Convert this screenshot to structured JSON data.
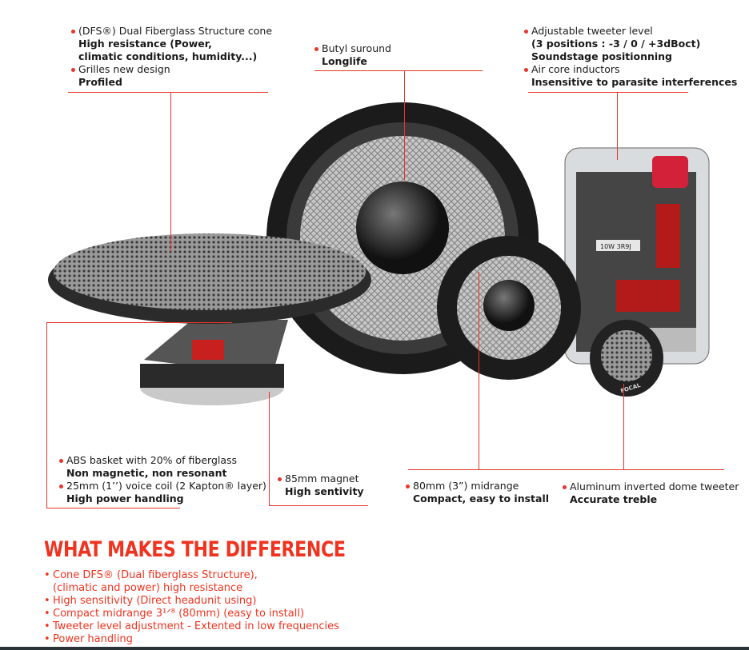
{
  "annotations": {
    "cone": {
      "l1": "(DFS®) Dual Fiberglass Structure cone",
      "l2": "High resistance (Power,",
      "l3": "climatic conditions, humidity...)",
      "l4": "Grilles new design",
      "l5": "Profiled"
    },
    "surround": {
      "l1": "Butyl suround",
      "l2": "Longlife"
    },
    "crossover": {
      "l1": "Adjustable tweeter level",
      "l2": "(3 positions : -3 / 0 / +3dBoct)",
      "l3": "Soundstage positionning",
      "l4": "Air core inductors",
      "l5": "Insensitive to parasite interferences"
    },
    "basket": {
      "l1": "ABS basket with 20% of fiberglass",
      "l2": "Non magnetic, non resonant",
      "l3": "25mm (1’’) voice coil (2 Kapton® layer)",
      "l4": "High power handling"
    },
    "magnet": {
      "l1": "85mm magnet",
      "l2": "High sentivity"
    },
    "midrange": {
      "l1": "80mm (3”) midrange",
      "l2": "Compact, easy to install"
    },
    "tweeter": {
      "l1": "Aluminum inverted dome tweeter",
      "l2": "Accurate treble"
    }
  },
  "section": {
    "title": "WHAT MAKES THE DIFFERENCE",
    "features": [
      "Cone DFS® (Dual fiberglass Structure),",
      "(climatic and power) high resistance",
      "High sensitivity (Direct headunit using)",
      "Compact midrange 3¹ᐟ⁸ (80mm) (easy to install)",
      "Tweeter level adjustment - Extented in low frequencies",
      "Power handling"
    ]
  },
  "product_labels": {
    "crossover_part": "10W 3R9J",
    "brand": "FOCAL"
  },
  "colors": {
    "accent": "#e8352b",
    "title": "#f0331f"
  }
}
